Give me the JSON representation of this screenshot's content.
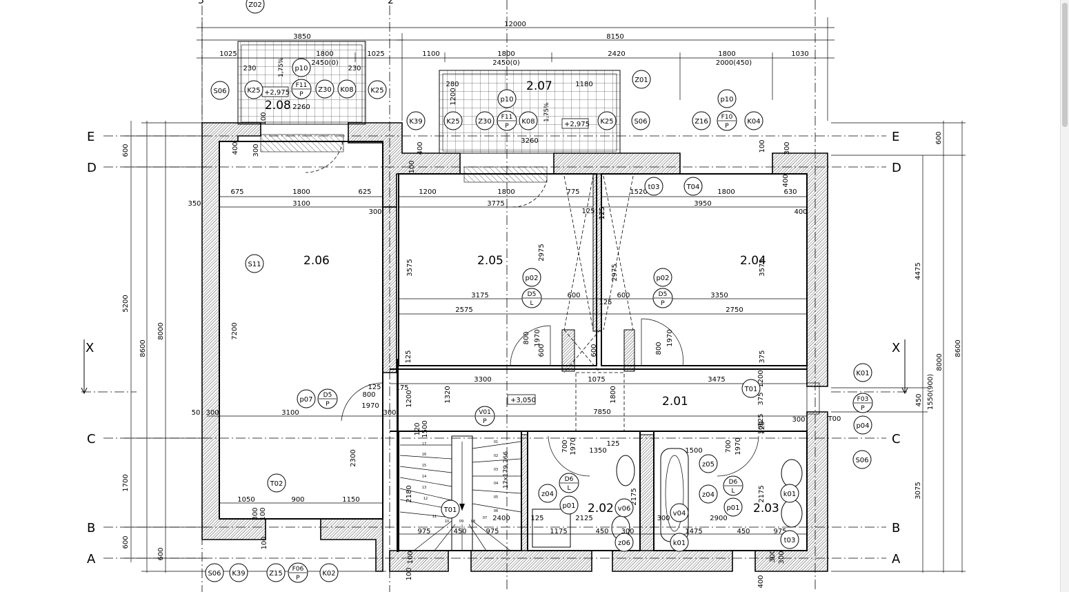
{
  "rooms": [
    {
      "id": "2.06"
    },
    {
      "id": "2.05"
    },
    {
      "id": "2.04"
    },
    {
      "id": "2.07"
    },
    {
      "id": "2.08"
    },
    {
      "id": "2.01"
    },
    {
      "id": "2.02"
    },
    {
      "id": "2.03"
    }
  ],
  "axes_h": [
    {
      "label": "E"
    },
    {
      "label": "D"
    },
    {
      "label": "C"
    },
    {
      "label": "B"
    },
    {
      "label": "A"
    }
  ],
  "axes_v": [
    {
      "label": "3"
    },
    {
      "label": "2"
    }
  ],
  "section": {
    "label": "X"
  },
  "level_tags": [
    {
      "text": "+2,975"
    },
    {
      "text": "+2,975"
    },
    {
      "text": "+3,050"
    }
  ],
  "slope_tags": [
    {
      "text": "1,75%"
    },
    {
      "text": "1,75%"
    }
  ],
  "stair_text": {
    "text": "17x179,266"
  },
  "tags": [
    {
      "t": "Z02"
    },
    {
      "t": "p10"
    },
    {
      "t": "F11",
      "b": "P"
    },
    {
      "t": "K25"
    },
    {
      "t": "Z30"
    },
    {
      "t": "K08"
    },
    {
      "t": "K25"
    },
    {
      "t": "S06"
    },
    {
      "t": "K39"
    },
    {
      "t": "K25"
    },
    {
      "t": "Z30"
    },
    {
      "t": "F11",
      "b": "P"
    },
    {
      "t": "p10"
    },
    {
      "t": "K08"
    },
    {
      "t": "Z01"
    },
    {
      "t": "K25"
    },
    {
      "t": "S06"
    },
    {
      "t": "Z16"
    },
    {
      "t": "F10",
      "b": "P"
    },
    {
      "t": "p10"
    },
    {
      "t": "K04"
    },
    {
      "t": "t03"
    },
    {
      "t": "T04"
    },
    {
      "t": "S11"
    },
    {
      "t": "p02"
    },
    {
      "t": "D5",
      "b": "L"
    },
    {
      "t": "p02"
    },
    {
      "t": "D5",
      "b": "P"
    },
    {
      "t": "K01"
    },
    {
      "t": "T01"
    },
    {
      "t": "F03",
      "b": "P"
    },
    {
      "t": "p04"
    },
    {
      "t": "T00"
    },
    {
      "t": "p07"
    },
    {
      "t": "D5",
      "b": "P"
    },
    {
      "t": "V01",
      "b": "P"
    },
    {
      "t": "S06"
    },
    {
      "t": "z05"
    },
    {
      "t": "D6",
      "b": "L"
    },
    {
      "t": "z04"
    },
    {
      "t": "p01"
    },
    {
      "t": "z04"
    },
    {
      "t": "D6",
      "b": "L"
    },
    {
      "t": "p01"
    },
    {
      "t": "v04"
    },
    {
      "t": "v06"
    },
    {
      "t": "z06"
    },
    {
      "t": "k01"
    },
    {
      "t": "k01"
    },
    {
      "t": "t03"
    },
    {
      "t": "T02"
    },
    {
      "t": "T01"
    },
    {
      "t": "S06"
    },
    {
      "t": "K39"
    },
    {
      "t": "Z15"
    },
    {
      "t": "F06",
      "b": "P"
    },
    {
      "t": "K02"
    }
  ],
  "dims": [
    {
      "t": "12000"
    },
    {
      "t": "3850"
    },
    {
      "t": "8150"
    },
    {
      "t": "1025"
    },
    {
      "t": "1800"
    },
    {
      "t": "2450(0)"
    },
    {
      "t": "1025"
    },
    {
      "t": "1100"
    },
    {
      "t": "1800"
    },
    {
      "t": "2450(0)"
    },
    {
      "t": "2420"
    },
    {
      "t": "1800"
    },
    {
      "t": "2000(450)"
    },
    {
      "t": "1030"
    },
    {
      "t": "230"
    },
    {
      "t": "230"
    },
    {
      "t": "2260"
    },
    {
      "t": "280"
    },
    {
      "t": "1180"
    },
    {
      "t": "3260"
    },
    {
      "t": "675"
    },
    {
      "t": "1800"
    },
    {
      "t": "625"
    },
    {
      "t": "3100"
    },
    {
      "t": "350"
    },
    {
      "t": "300"
    },
    {
      "t": "1200"
    },
    {
      "t": "1800"
    },
    {
      "t": "775"
    },
    {
      "t": "1520"
    },
    {
      "t": "1800"
    },
    {
      "t": "630"
    },
    {
      "t": "3775"
    },
    {
      "t": "3950"
    },
    {
      "t": "400"
    },
    {
      "t": "125"
    },
    {
      "t": "3175"
    },
    {
      "t": "600"
    },
    {
      "t": "125"
    },
    {
      "t": "600"
    },
    {
      "t": "3350"
    },
    {
      "t": "2575"
    },
    {
      "t": "2750"
    },
    {
      "t": "3300"
    },
    {
      "t": "1075"
    },
    {
      "t": "3475"
    },
    {
      "t": "175"
    },
    {
      "t": "125"
    },
    {
      "t": "800"
    },
    {
      "t": "1970"
    },
    {
      "t": "7850"
    },
    {
      "t": "50"
    },
    {
      "t": "300"
    },
    {
      "t": "3100"
    },
    {
      "t": "300"
    },
    {
      "t": "300"
    },
    {
      "t": "1350"
    },
    {
      "t": "125"
    },
    {
      "t": "1500"
    },
    {
      "t": "1050"
    },
    {
      "t": "900"
    },
    {
      "t": "1150"
    },
    {
      "t": "2400"
    },
    {
      "t": "125"
    },
    {
      "t": "2125"
    },
    {
      "t": "300"
    },
    {
      "t": "2900"
    },
    {
      "t": "975"
    },
    {
      "t": "450"
    },
    {
      "t": "975"
    },
    {
      "t": "1175"
    },
    {
      "t": "450"
    },
    {
      "t": "300"
    },
    {
      "t": "1475"
    },
    {
      "t": "450"
    },
    {
      "t": "975"
    }
  ],
  "vdims": [
    {
      "t": "600"
    },
    {
      "t": "5200"
    },
    {
      "t": "1700"
    },
    {
      "t": "600"
    },
    {
      "t": "8600"
    },
    {
      "t": "8000"
    },
    {
      "t": "600"
    },
    {
      "t": "7200"
    },
    {
      "t": "400"
    },
    {
      "t": "300"
    },
    {
      "t": "100"
    },
    {
      "t": "300"
    },
    {
      "t": "100"
    },
    {
      "t": "3575"
    },
    {
      "t": "2975"
    },
    {
      "t": "2975"
    },
    {
      "t": "3575"
    },
    {
      "t": "1500"
    },
    {
      "t": "1320"
    },
    {
      "t": "2300"
    },
    {
      "t": "800"
    },
    {
      "t": "1970"
    },
    {
      "t": "600"
    },
    {
      "t": "600"
    },
    {
      "t": "800"
    },
    {
      "t": "1970"
    },
    {
      "t": "1200"
    },
    {
      "t": "1800"
    },
    {
      "t": "700"
    },
    {
      "t": "1970"
    },
    {
      "t": "700"
    },
    {
      "t": "1970"
    },
    {
      "t": "2175"
    },
    {
      "t": "2175"
    },
    {
      "t": "2180"
    },
    {
      "t": "4475"
    },
    {
      "t": "3075"
    },
    {
      "t": "8000"
    },
    {
      "t": "8600"
    },
    {
      "t": "600"
    },
    {
      "t": "1550(900)"
    },
    {
      "t": "450"
    },
    {
      "t": "125"
    },
    {
      "t": "375"
    },
    {
      "t": "1200"
    },
    {
      "t": "375"
    },
    {
      "t": "125"
    },
    {
      "t": "300"
    },
    {
      "t": "400"
    },
    {
      "t": "100"
    },
    {
      "t": "300"
    },
    {
      "t": "100"
    },
    {
      "t": "400"
    },
    {
      "t": "100"
    },
    {
      "t": "120"
    },
    {
      "t": "100"
    },
    {
      "t": "400"
    },
    {
      "t": "300"
    },
    {
      "t": "100"
    },
    {
      "t": "300"
    },
    {
      "t": "1200"
    },
    {
      "t": "125"
    },
    {
      "t": "125"
    },
    {
      "t": "125"
    }
  ],
  "stair_numbers": [
    {
      "t": "17"
    },
    {
      "t": "16"
    },
    {
      "t": "15"
    },
    {
      "t": "14"
    },
    {
      "t": "13"
    },
    {
      "t": "12"
    },
    {
      "t": "11"
    },
    {
      "t": "10"
    },
    {
      "t": "09"
    },
    {
      "t": "08"
    },
    {
      "t": "07"
    },
    {
      "t": "06"
    },
    {
      "t": "05"
    },
    {
      "t": "04"
    },
    {
      "t": "03"
    },
    {
      "t": "02"
    },
    {
      "t": "01"
    }
  ]
}
